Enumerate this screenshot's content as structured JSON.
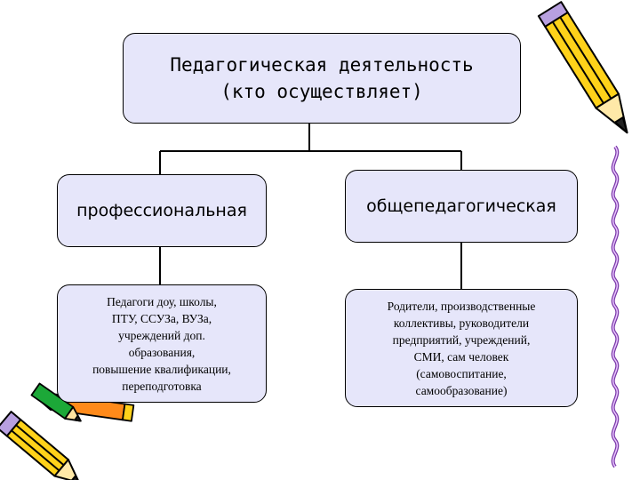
{
  "diagram": {
    "root": {
      "line1": "Педагогическая деятельность",
      "line2": "(кто осуществляет)"
    },
    "branches": [
      {
        "label": "профессиональная",
        "description": "Педагоги доу, школы,\nПТУ, ССУЗа, ВУЗа,\nучреждений доп.\nобразования,\nповышение квалификации,\nпереподготовка"
      },
      {
        "label": "общепедагогическая",
        "description": "Родители, производственные\nколлективы, руководители\nпредприятий, учреждений,\nСМИ, сам человек\n(самовоспитание,\nсамообразование)"
      }
    ]
  },
  "colors": {
    "box_fill": "#e6e6fa",
    "pencil_yellow": "#ffd21a",
    "pencil_lavender": "#b8a0e0",
    "crayon_orange": "#ff8a1a",
    "crayon_green": "#1ca838"
  },
  "decorations": [
    "pencil-top-right-icon",
    "pencils-bottom-left-icon",
    "squiggle-right-border"
  ]
}
